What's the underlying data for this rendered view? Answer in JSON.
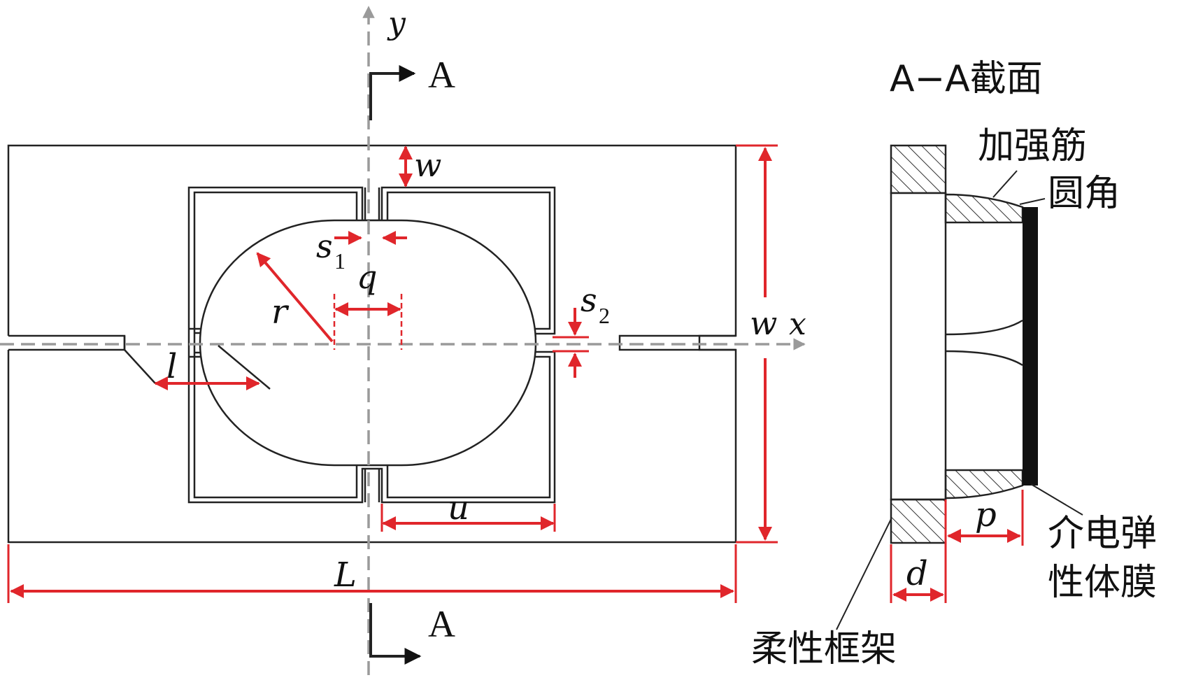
{
  "axes": {
    "x": "x",
    "y": "y"
  },
  "section_mark": "A",
  "section_title": "A−A截面",
  "dimensions": {
    "w_top": "w",
    "w_right": "w",
    "s1": "s",
    "s1_sub": "1",
    "s2": "s",
    "s2_sub": "2",
    "q": "q",
    "r": "r",
    "l": "l",
    "u": "u",
    "L": "L",
    "p": "p",
    "d": "d"
  },
  "labels": {
    "rib": "加强筋",
    "fillet": "圆角",
    "membrane_line1": "介电弹",
    "membrane_line2": "性体膜",
    "frame": "柔性框架"
  },
  "colors": {
    "dimension": "#e0262b",
    "outline": "#222222",
    "centerline": "#9a9a9a"
  }
}
